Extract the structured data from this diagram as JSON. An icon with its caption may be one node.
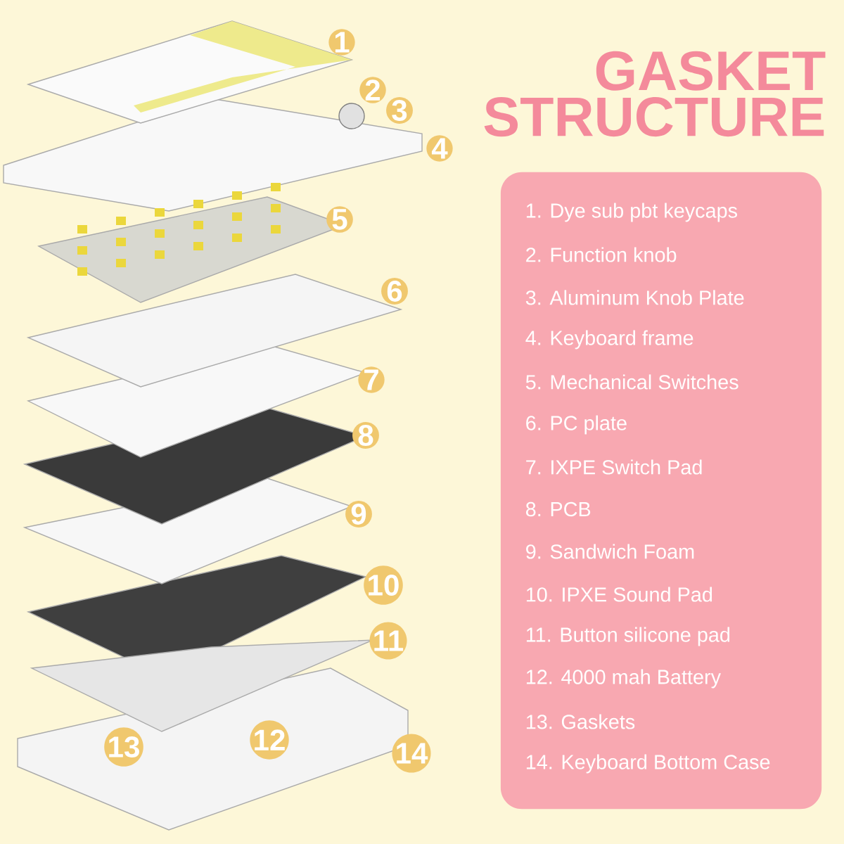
{
  "diagram": {
    "title": "GASKET STRUCTURE",
    "nodes": [
      {
        "text": [
          "1"
        ]
      },
      {
        "text": [
          "2"
        ]
      },
      {
        "text": [
          "3"
        ]
      },
      {
        "text": [
          "4"
        ]
      },
      {
        "text": [
          "5"
        ]
      },
      {
        "text": [
          "6"
        ]
      },
      {
        "text": [
          "7"
        ]
      },
      {
        "text": [
          "8"
        ]
      },
      {
        "text": [
          "9"
        ]
      },
      {
        "text": [
          "10"
        ]
      },
      {
        "text": [
          "11"
        ]
      },
      {
        "text": [
          "12"
        ]
      },
      {
        "text": [
          "13"
        ]
      },
      {
        "text": [
          "14"
        ]
      },
      {
        "text": [
          "1. Dye sub pbt keycaps",
          "2. Function knob",
          "3. Aluminum Knob Plate",
          "4. Keyboard frame",
          "5. Mechanical Switches",
          "6. PC plate",
          "7. IXPE Switch Pad",
          "8. PCB",
          "9. Sandwich Foam",
          "10. IPXE Sound Pad",
          "11. Button silicone pad",
          "12. 4000 mah Battery",
          "13. Gaskets",
          "14. Keyboard Bottom Case"
        ]
      }
    ],
    "edges": []
  }
}
